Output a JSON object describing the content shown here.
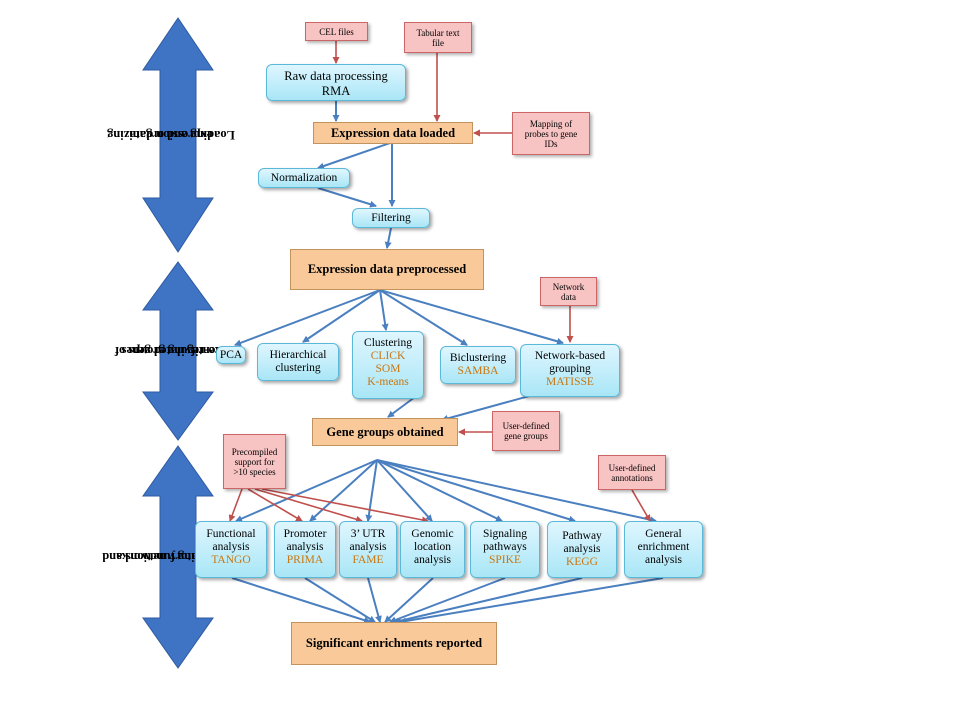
{
  "sidebar": [
    {
      "line1": "Loading and organizing",
      "line2": "expression data"
    },
    {
      "line1": "Identifying groups of",
      "line2": "co-regulated genes"
    },
    {
      "line1": "Uncovering  functions and",
      "line2": "regulatory networks"
    }
  ],
  "inputs": {
    "cel": "CEL files",
    "tabular_1": "Tabular text",
    "tabular_2": "file",
    "mapping_1": "Mapping of",
    "mapping_2": "probes to gene",
    "mapping_3": "IDs",
    "network_1": "Network",
    "network_2": "data",
    "user_groups_1": "User-defined",
    "user_groups_2": "gene groups",
    "precompiled_1": "Precompiled",
    "precompiled_2": "support for",
    "precompiled_3": ">10 species",
    "user_annotations_1": "User-defined",
    "user_annotations_2": "annotations"
  },
  "stages": {
    "raw_1": "Raw data processing",
    "raw_2": "RMA",
    "loaded": "Expression data loaded",
    "normalization": "Normalization",
    "filtering": "Filtering",
    "preprocessed": "Expression data preprocessed",
    "gene_groups": "Gene groups obtained",
    "enrichments": "Significant enrichments reported"
  },
  "methods": {
    "pca": "PCA",
    "hier_1": "Hierarchical",
    "hier_2": "clustering",
    "clust_1": "Clustering",
    "clust_2": "CLICK",
    "clust_3": "SOM",
    "clust_4": "K-means",
    "bicl_1": "Biclustering",
    "bicl_2": "SAMBA",
    "net_1": "Network-based",
    "net_2": "grouping",
    "net_3": "MATISSE"
  },
  "analyses": {
    "func_1": "Functional",
    "func_2": "analysis",
    "func_3": "TANGO",
    "prom_1": "Promoter",
    "prom_2": "analysis",
    "prom_3": "PRIMA",
    "utr_1": "3’ UTR",
    "utr_2": "analysis",
    "utr_3": "FAME",
    "geno_1": "Genomic",
    "geno_2": "location",
    "geno_3": "analysis",
    "sig_1": "Signaling",
    "sig_2": "pathways",
    "sig_3": "SPIKE",
    "path_1": "Pathway",
    "path_2": "analysis",
    "path_3": "KEGG",
    "gen_1": "General",
    "gen_2": "enrichment",
    "gen_3": "analysis"
  },
  "colors": {
    "sidebar_arrow": "#3f74c4",
    "flow_arrow": "#4a7fc0",
    "input_arrow": "#c0504d",
    "tool_text": "#c8760d"
  }
}
